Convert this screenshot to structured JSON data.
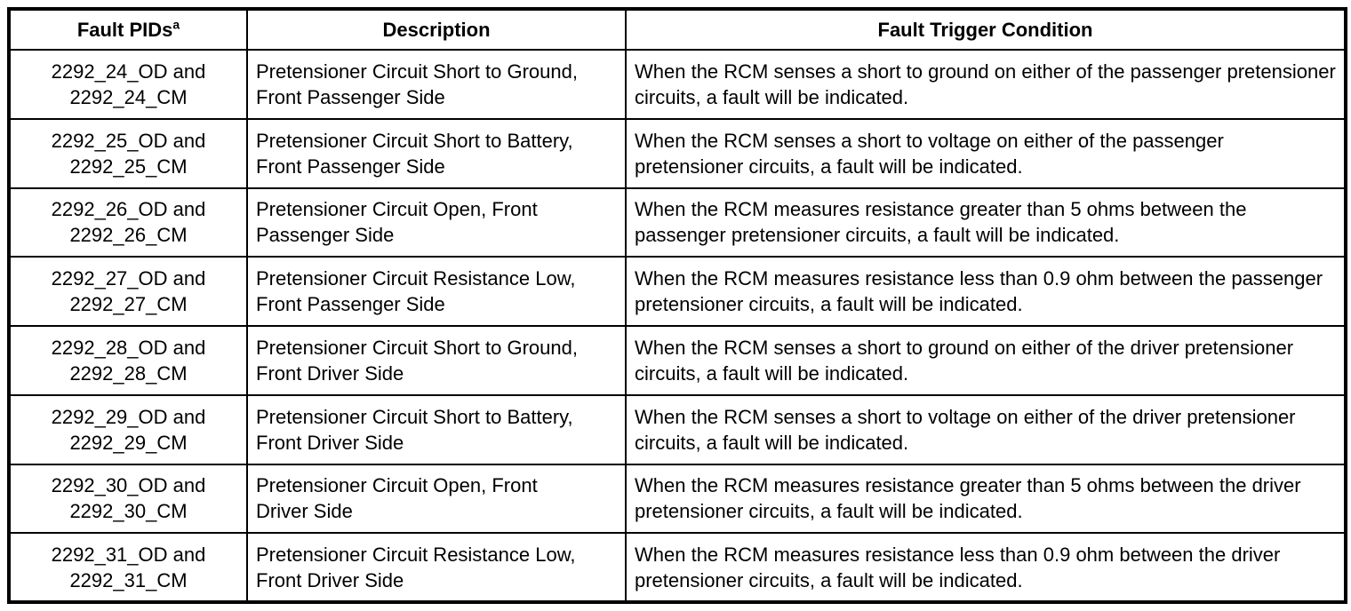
{
  "table": {
    "columns": [
      {
        "label": "Fault PIDs",
        "superscript": "a"
      },
      {
        "label": "Description",
        "superscript": ""
      },
      {
        "label": "Fault Trigger Condition",
        "superscript": ""
      }
    ],
    "rows": [
      {
        "pid_line1": "2292_24_OD and",
        "pid_line2": "2292_24_CM",
        "description": "Pretensioner Circuit Short to Ground, Front Passenger Side",
        "condition": "When the RCM senses a short to ground on either of the passenger pretensioner circuits, a fault will be indicated."
      },
      {
        "pid_line1": "2292_25_OD and",
        "pid_line2": "2292_25_CM",
        "description": "Pretensioner Circuit Short to Battery, Front Passenger Side",
        "condition": "When the RCM senses a short to voltage on either of the passenger pretensioner circuits, a fault will be indicated."
      },
      {
        "pid_line1": "2292_26_OD and",
        "pid_line2": "2292_26_CM",
        "description": "Pretensioner Circuit Open, Front Passenger Side",
        "condition": "When the RCM measures resistance greater than 5 ohms between the passenger pretensioner circuits, a fault will be indicated."
      },
      {
        "pid_line1": "2292_27_OD and",
        "pid_line2": "2292_27_CM",
        "description": "Pretensioner Circuit Resistance Low, Front Passenger Side",
        "condition": "When the RCM measures resistance less than 0.9 ohm between the passenger pretensioner circuits, a fault will be indicated."
      },
      {
        "pid_line1": "2292_28_OD and",
        "pid_line2": "2292_28_CM",
        "description": "Pretensioner Circuit Short to Ground, Front Driver Side",
        "condition": "When the RCM senses a short to ground on either of the driver pretensioner circuits, a fault will be indicated."
      },
      {
        "pid_line1": "2292_29_OD and",
        "pid_line2": "2292_29_CM",
        "description": "Pretensioner Circuit Short to Battery, Front Driver Side",
        "condition": "When the RCM senses a short to voltage on either of the driver pretensioner circuits, a fault will be indicated."
      },
      {
        "pid_line1": "2292_30_OD and",
        "pid_line2": "2292_30_CM",
        "description": "Pretensioner Circuit Open, Front Driver Side",
        "condition": "When the RCM measures resistance greater than 5 ohms between the driver pretensioner circuits, a fault will be indicated."
      },
      {
        "pid_line1": "2292_31_OD and",
        "pid_line2": "2292_31_CM",
        "description": "Pretensioner Circuit Resistance Low, Front Driver Side",
        "condition": "When the RCM measures resistance less than 0.9 ohm between the driver pretensioner circuits, a fault will be indicated."
      }
    ]
  }
}
